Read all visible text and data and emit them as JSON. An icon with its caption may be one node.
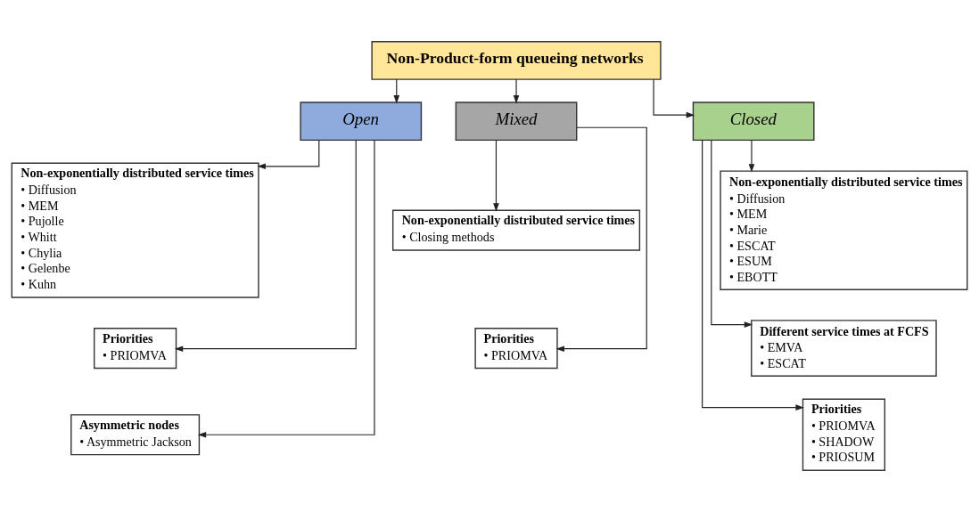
{
  "diagram": {
    "nodes": [
      {
        "text": [
          "Non-Product-form queueing networks"
        ]
      },
      {
        "text": [
          "Open"
        ]
      },
      {
        "text": [
          "Mixed"
        ]
      },
      {
        "text": [
          "Closed"
        ]
      },
      {
        "text": [
          "Non-exponentially distributed service times",
          "• Diffusion",
          "• MEM",
          "• Pujolle",
          "• Whitt",
          "• Chylia",
          "• Gelenbe",
          "• Kuhn"
        ]
      },
      {
        "text": [
          "Priorities",
          "• PRIOMVA"
        ]
      },
      {
        "text": [
          "Asymmetric nodes",
          "• Asymmetric Jackson"
        ]
      },
      {
        "text": [
          "Non-exponentially distributed service times",
          "• Closing methods"
        ]
      },
      {
        "text": [
          "Priorities",
          "• PRIOMVA"
        ]
      },
      {
        "text": [
          "Non-exponentially distributed service times",
          "• Diffusion",
          "• MEM",
          "• Marie",
          "• ESCAT",
          "• ESUM",
          "• EBOTT"
        ]
      },
      {
        "text": [
          "Different service times at FCFS",
          "• EMVA",
          "• ESCAT"
        ]
      },
      {
        "text": [
          "Priorities",
          "• PRIOMVA",
          "• SHADOW",
          "• PRIOSUM"
        ]
      }
    ],
    "edges": [
      {
        "from": 0,
        "to": 1,
        "arrow": "to"
      },
      {
        "from": 0,
        "to": 2,
        "arrow": "to"
      },
      {
        "from": 0,
        "to": 3,
        "arrow": "to"
      },
      {
        "from": 1,
        "to": 4,
        "arrow": "to"
      },
      {
        "from": 1,
        "to": 5,
        "arrow": "to"
      },
      {
        "from": 1,
        "to": 6,
        "arrow": "to"
      },
      {
        "from": 2,
        "to": 7,
        "arrow": "to"
      },
      {
        "from": 2,
        "to": 8,
        "arrow": "to"
      },
      {
        "from": 3,
        "to": 9,
        "arrow": "to"
      },
      {
        "from": 3,
        "to": 10,
        "arrow": "to"
      },
      {
        "from": 3,
        "to": 11,
        "arrow": "to"
      }
    ]
  }
}
